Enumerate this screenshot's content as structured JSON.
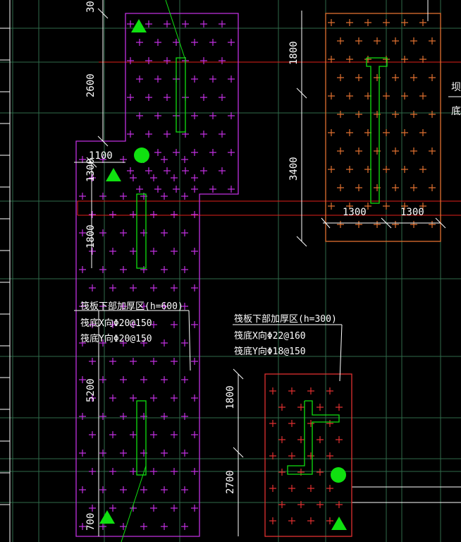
{
  "colors": {
    "background": "#000000",
    "grid_line": "#2f6a4a",
    "axis_red": "#e0201a",
    "magenta": "#c030e0",
    "orange": "#e07030",
    "red": "#e03030",
    "green": "#10e010",
    "white": "#ffffff"
  },
  "dimensions": {
    "d30": "30",
    "d2600": "2600",
    "d1100": "1100",
    "d1300_left": "1300",
    "d1800_left": "1800",
    "d5200": "5200",
    "d700": "700",
    "d1800_top": "1800",
    "d3400": "3400",
    "d1300_a": "1300",
    "d1300_b": "1300",
    "d1800_mid": "1800",
    "d2700": "2700"
  },
  "annotations": {
    "left": {
      "line1": "筏板下部加厚区(h=600)",
      "line2": "筏底X向Φ20@150",
      "line3": "筏底Y向Φ20@150"
    },
    "right": {
      "line1": "筏板下部加厚区(h=300)",
      "line2": "筏底X向Φ22@160",
      "line3": "筏底Y向Φ18@150"
    },
    "edge_chars": [
      "坝",
      "底"
    ]
  },
  "icons": {
    "triangle": "triangle-marker-icon",
    "circle": "circle-marker-icon",
    "cross": "rebar-cross-icon"
  }
}
